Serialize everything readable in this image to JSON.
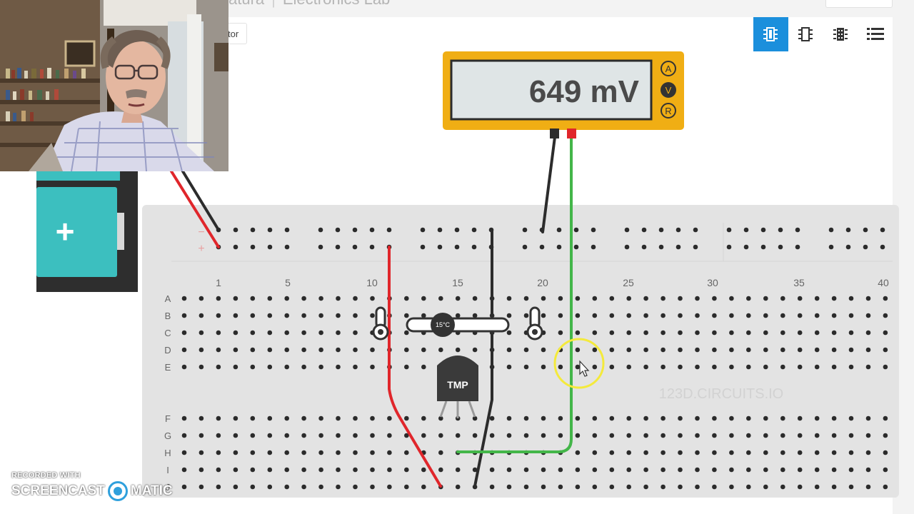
{
  "app": {
    "title_left": "atura",
    "title_right": "Electronics Lab",
    "toolbar_button": "tor",
    "site_watermark": "123D.CIRCUITS.IO"
  },
  "view_buttons": [
    {
      "icon": "breadboard-view-icon",
      "active": true
    },
    {
      "icon": "schematic-view-icon",
      "active": false
    },
    {
      "icon": "pcb-view-icon",
      "active": false
    },
    {
      "icon": "list-view-icon",
      "active": false
    }
  ],
  "multimeter": {
    "reading": "649 mV",
    "modes": [
      "A",
      "V",
      "R"
    ],
    "selected_mode": "V"
  },
  "battery": {
    "plus_label": "+"
  },
  "breadboard": {
    "rail_labels": [
      "−",
      "+"
    ],
    "row_labels": [
      "A",
      "B",
      "C",
      "D",
      "E",
      "F",
      "G",
      "H",
      "I",
      "J"
    ],
    "column_labels": [
      "1",
      "5",
      "10",
      "15",
      "20",
      "25",
      "30",
      "35",
      "40"
    ]
  },
  "temperature_slider": {
    "value_label": "15°C"
  },
  "sensor": {
    "label": "TMP"
  },
  "recorder": {
    "line1": "RECORDED WITH",
    "line2_a": "SCREENCAST",
    "line2_b": "MATIC"
  },
  "colors": {
    "accent": "#1b8fdc",
    "multimeter_body": "#f0ae14",
    "battery": "#3cbfbf",
    "wire_red": "#e0262b",
    "wire_black": "#2c2c2c",
    "wire_green": "#43b649",
    "cursor_highlight": "#f4ea3c"
  }
}
